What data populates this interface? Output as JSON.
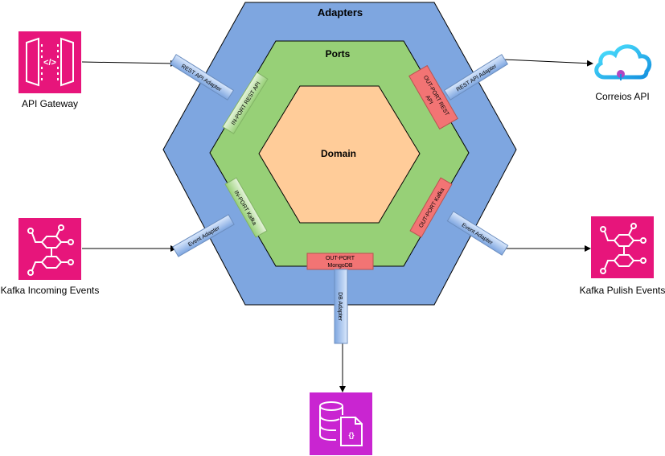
{
  "layers": {
    "adapters": "Adapters",
    "ports": "Ports",
    "domain": "Domain"
  },
  "ports": {
    "in_rest": "IN-PORT REST API",
    "in_kafka": "IN-PORT Kafka",
    "out_rest_line1": "OUT-PORT REST",
    "out_rest_line2": "API",
    "out_kafka": "OUT-PORT Kafka",
    "out_mongo_line1": "OUT-PORT",
    "out_mongo_line2": "MongoDB"
  },
  "adapters": {
    "rest_in": "REST API Adapter",
    "event_in": "Event Adapter",
    "rest_out": "REST API Adapter",
    "event_out": "Event Adapter",
    "db": "DB Adapter"
  },
  "externals": {
    "api_gateway": "API Gateway",
    "kafka_in": "Kafka Incoming Events",
    "correios": "Correios API",
    "kafka_out": "Kafka Pulish Events"
  },
  "colors": {
    "adapters_fill": "#7EA6E0",
    "ports_fill": "#97D077",
    "domain_fill": "#FFCC99",
    "aws_pink": "#E7157B",
    "aws_purple": "#C925D1",
    "adapter_box": "#C9DAF0",
    "inport_box": "#D5E8D4",
    "outport_box": "#F27474"
  },
  "icons": {
    "api_gateway": "api-gateway-icon",
    "kafka_in": "event-bridge-icon",
    "kafka_out": "event-bridge-icon",
    "correios": "cloud-icon",
    "db": "database-document-icon"
  }
}
